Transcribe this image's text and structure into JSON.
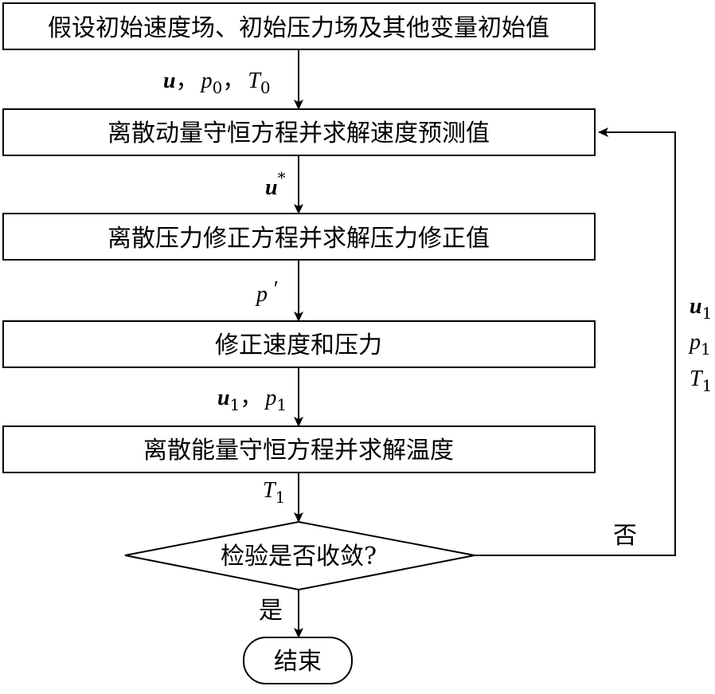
{
  "steps": {
    "init": "假设初始速度场、初始压力场及其他变量初始值",
    "momentum": "离散动量守恒方程并求解速度预测值",
    "pressure_correction": "离散压力修正方程并求解压力修正值",
    "correct": "修正速度和压力",
    "energy": "离散能量守恒方程并求解温度",
    "check": "检验是否收敛?",
    "end": "结束"
  },
  "edges": {
    "init_to_momentum": {
      "u": "u",
      "sep1": "，",
      "p": "p",
      "p_sub": "0",
      "sep2": "，",
      "T": "T",
      "T_sub": "0"
    },
    "momentum_to_pressure": {
      "u": "u",
      "sup": "*"
    },
    "pressure_to_correct": {
      "p": "p",
      "prime": "′"
    },
    "correct_to_energy": {
      "u": "u",
      "u_sub": "1",
      "sep": "，",
      "p": "p",
      "p_sub": "1"
    },
    "energy_to_check": {
      "T": "T",
      "T_sub": "1"
    },
    "yes_label": "是",
    "no_label": "否",
    "loop_back": [
      {
        "sym": "u",
        "sub": "1"
      },
      {
        "sym": "p",
        "sub": "1"
      },
      {
        "sym": "T",
        "sub": "1"
      }
    ]
  },
  "colors": {
    "stroke": "#000000",
    "fill": "#ffffff"
  }
}
